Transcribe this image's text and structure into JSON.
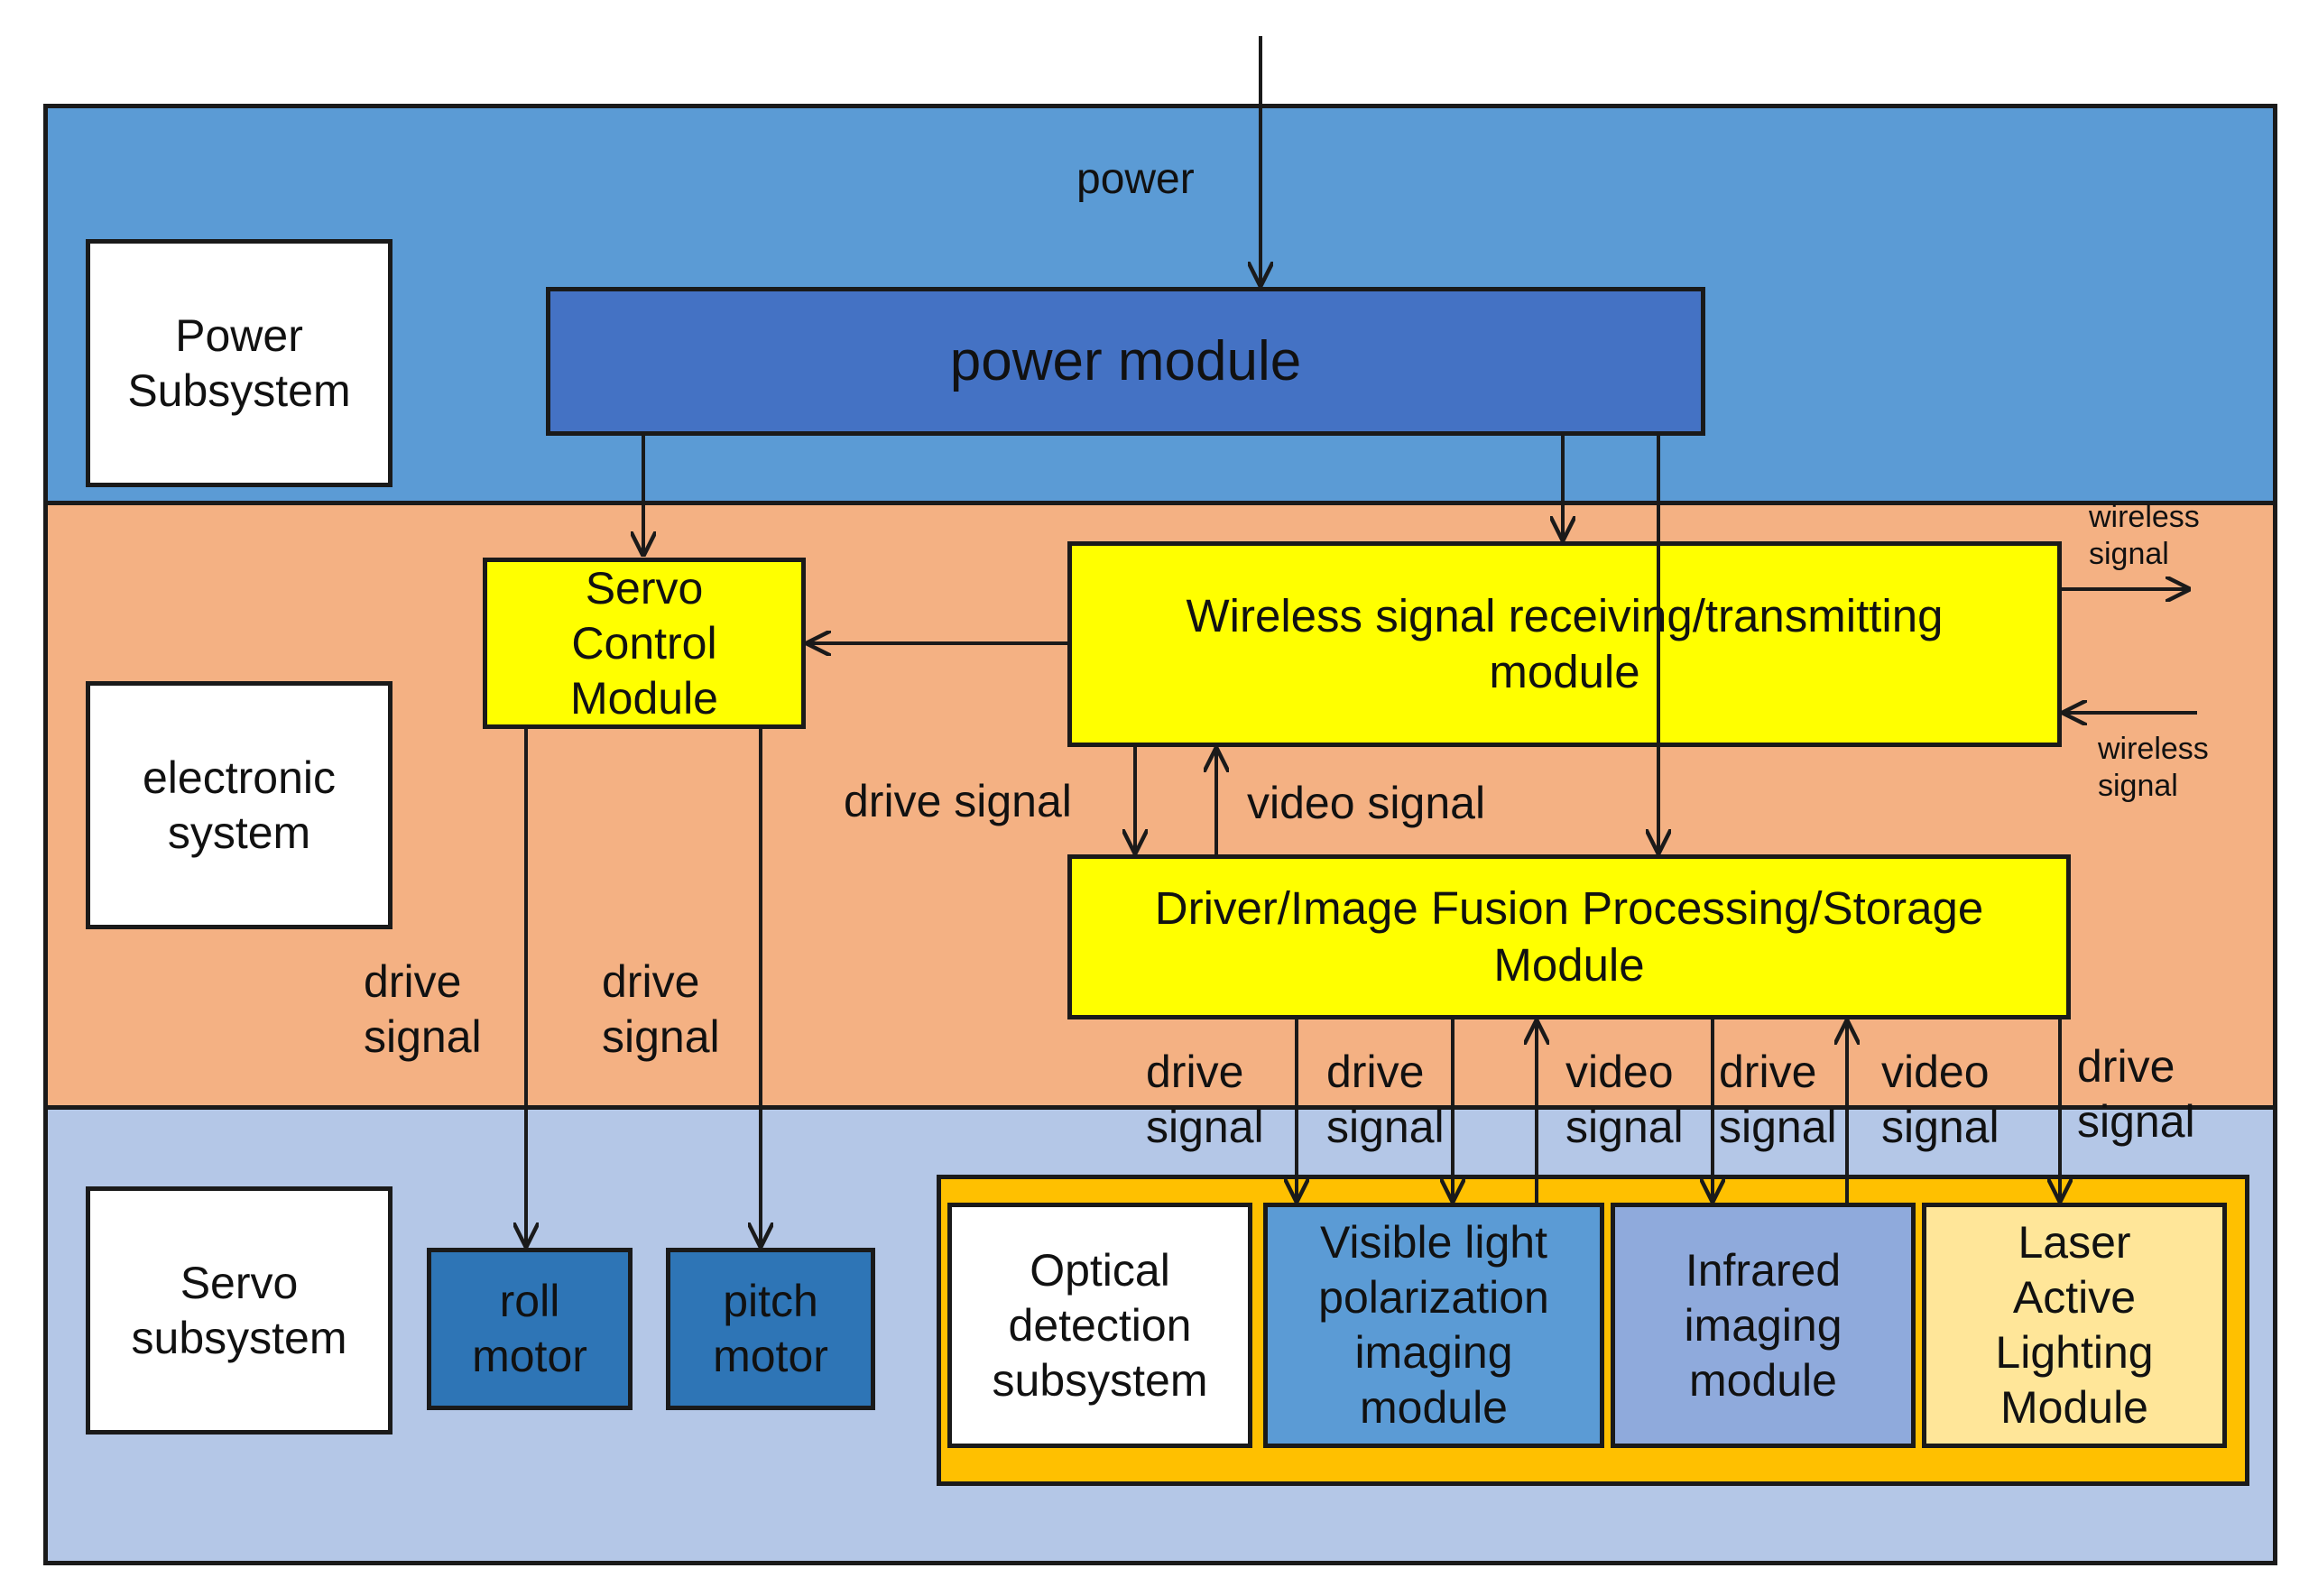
{
  "colors": {
    "power_band": "#5b9bd5",
    "electronic_band": "#f4b183",
    "servo_band": "#b4c7e7",
    "power_module": "#4472c4",
    "yellow_module": "#ffff00",
    "motor": "#2e75b6",
    "optical_frame": "#ffc000",
    "visible_module": "#5b9bd5",
    "infrared_module": "#8faadc",
    "laser_module": "#ffe699"
  },
  "subsystems": {
    "power": "Power\nSubsystem",
    "electronic": "electronic\nsystem",
    "servo": "Servo\nsubsystem",
    "optical": "Optical\ndetection\nsubsystem"
  },
  "modules": {
    "power_module": "power module",
    "servo_control": "Servo\nControl\nModule",
    "wireless": "Wireless signal receiving/transmitting\nmodule",
    "driver": "Driver/Image Fusion Processing/Storage\nModule",
    "roll_motor": "roll\nmotor",
    "pitch_motor": "pitch\nmotor",
    "visible": "Visible light\npolarization\nimaging\nmodule",
    "infrared": "Infrared\nimaging\nmodule",
    "laser": "Laser\nActive\nLighting\nModule"
  },
  "labels": {
    "power_in": "power",
    "wireless_out": "wireless\nsignal",
    "wireless_in": "wireless\nsignal",
    "drive_signal_mid": "drive signal",
    "video_signal_mid": "video signal",
    "roll_drive": "drive\nsignal",
    "pitch_drive": "drive\nsignal",
    "vis_drive_1": "drive\nsignal",
    "vis_drive_2": "drive\nsignal",
    "vis_video": "video\nsignal",
    "ir_drive": "drive\nsignal",
    "ir_video": "video\nsignal",
    "laser_drive": "drive\nsignal"
  }
}
